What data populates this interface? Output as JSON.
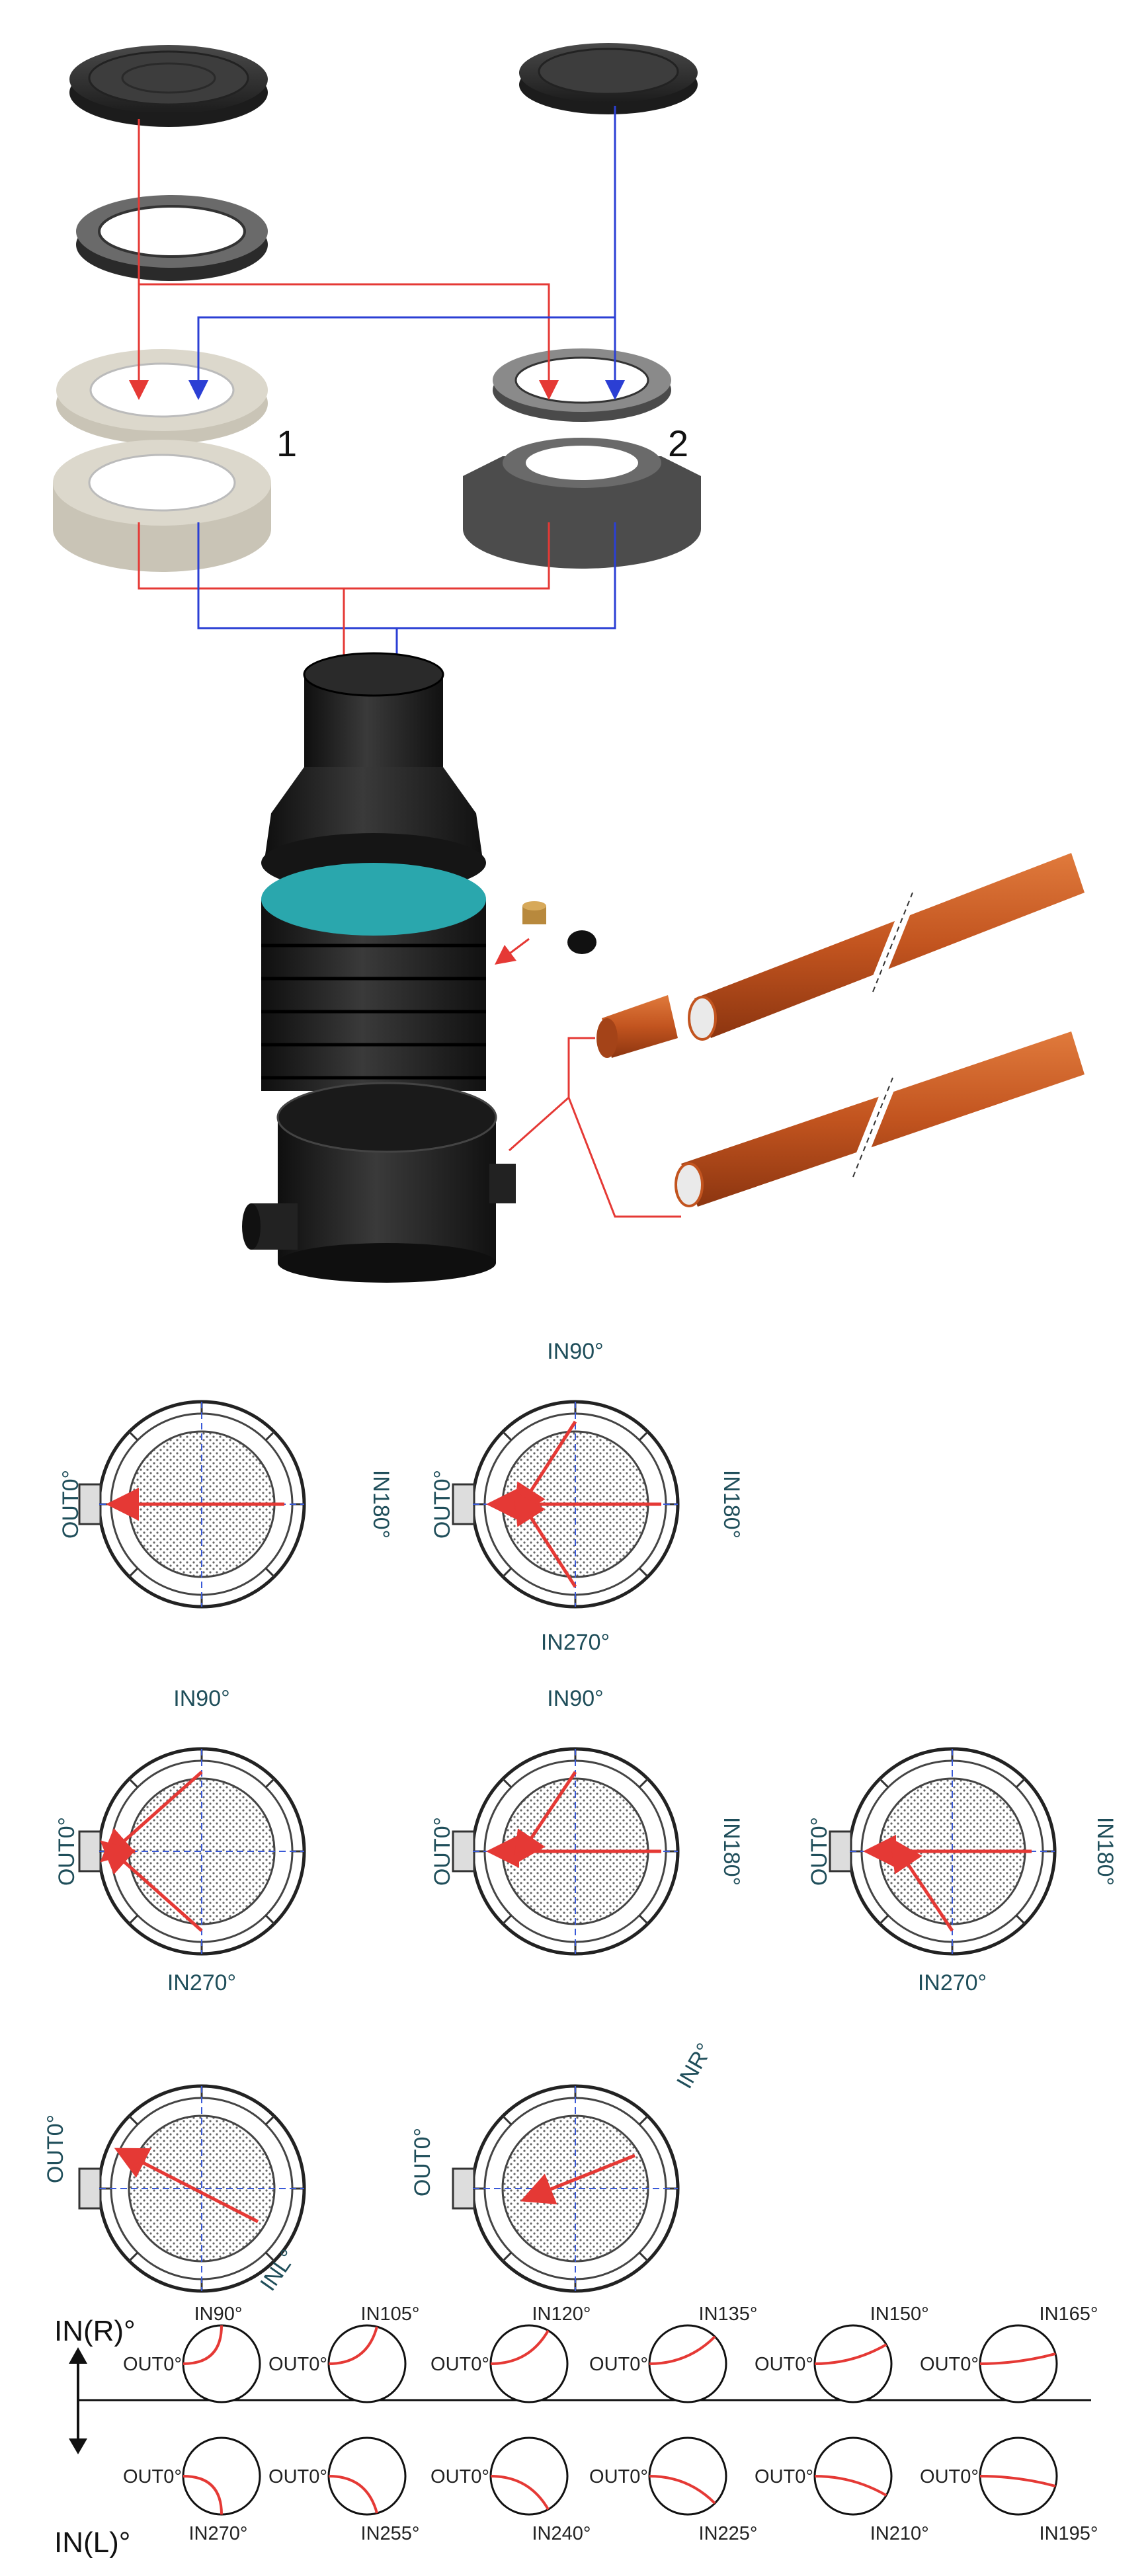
{
  "colors": {
    "red_flow": "#e53935",
    "blue_flow": "#2b3fd4",
    "concrete": "#dcd8cc",
    "cast_iron": "#2e2e2e",
    "plastic_black": "#1b1b1b",
    "chamber_inner": "#2aa7ad",
    "pipe_orange": "#c2541f",
    "label_teal": "#1f4e5a"
  },
  "exploded_view": {
    "option_1_label": "1",
    "option_2_label": "2"
  },
  "plan_views": [
    {
      "out": "OUT0°",
      "ins": [
        "IN180°"
      ]
    },
    {
      "out": "OUT0°",
      "ins": [
        "IN90°",
        "IN180°",
        "IN270°"
      ]
    },
    {
      "out": "OUT0°",
      "ins": [
        "IN90°",
        "IN270°"
      ]
    },
    {
      "out": "OUT0°",
      "ins": [
        "IN90°",
        "IN180°"
      ]
    },
    {
      "out": "OUT0°",
      "ins": [
        "IN180°",
        "IN270°"
      ]
    },
    {
      "out": "OUT0°",
      "ins": [
        "INL°"
      ]
    },
    {
      "out": "OUT0°",
      "ins": [
        "INR°"
      ]
    }
  ],
  "angle_legend": {
    "axis_top": "IN(R)°",
    "axis_bottom": "IN(L)°",
    "out_label": "OUT0°",
    "right_angles": [
      "IN90°",
      "IN105°",
      "IN120°",
      "IN135°",
      "IN150°",
      "IN165°"
    ],
    "left_angles": [
      "IN270°",
      "IN255°",
      "IN240°",
      "IN225°",
      "IN210°",
      "IN195°"
    ]
  }
}
